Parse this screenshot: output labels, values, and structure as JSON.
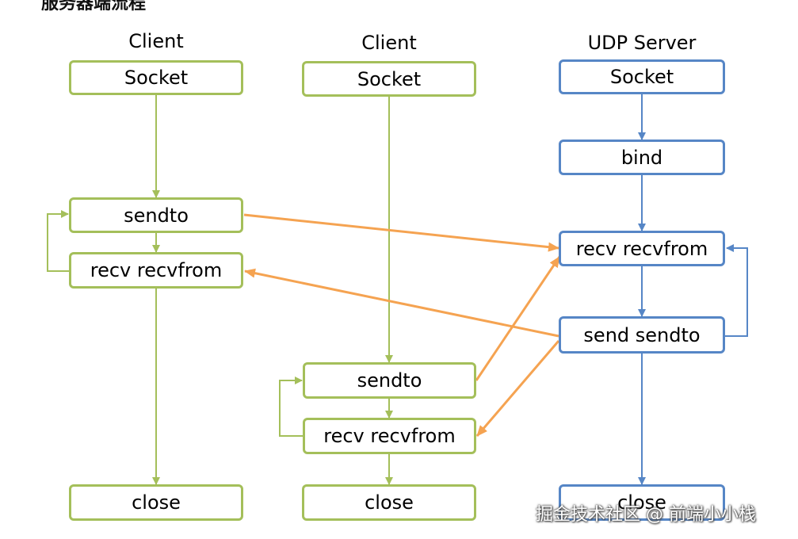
{
  "header": {
    "title": "服务器端流程"
  },
  "columns": [
    {
      "title": "Client",
      "steps": {
        "socket": "Socket",
        "send": "sendto",
        "recv": "recv recvfrom",
        "close": "close"
      }
    },
    {
      "title": "Client",
      "steps": {
        "socket": "Socket",
        "send": "sendto",
        "recv": "recv recvfrom",
        "close": "close"
      }
    },
    {
      "title": "UDP Server",
      "steps": {
        "socket": "Socket",
        "bind": "bind",
        "recv": "recv recvfrom",
        "send": "send sendto",
        "close": "close"
      }
    }
  ],
  "colors": {
    "client": "#a4bf5a",
    "server": "#5686c6",
    "message": "#f5a351"
  },
  "watermark": "掘金技术社区 @ 前端小小栈"
}
